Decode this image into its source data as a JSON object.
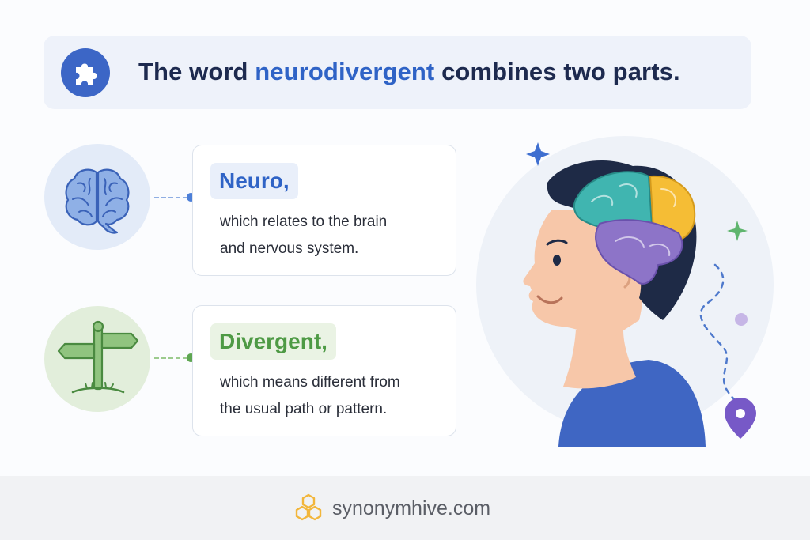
{
  "header": {
    "title_before": "The word",
    "title_highlight": "neurodivergent",
    "title_after": "combines two parts.",
    "icon": "puzzle-piece-icon"
  },
  "parts": [
    {
      "term": "Neuro,",
      "description": "which relates to the brain\nand nervous system.",
      "icon": "brain-icon",
      "color": "#2f63c6"
    },
    {
      "term": "Divergent,",
      "description": "which means different from\nthe usual path or pattern.",
      "icon": "signpost-icon",
      "color": "#4e9a45"
    }
  ],
  "illustration": {
    "subject": "person-head-brain-illustration",
    "decorations": [
      "sparkle-icon",
      "sparkle-icon",
      "location-pin-icon"
    ]
  },
  "footer": {
    "site": "synonymhive.com",
    "logo": "honeycomb-logo-icon"
  },
  "colors": {
    "accent_blue": "#2f63c6",
    "accent_green": "#4e9a45",
    "header_bg": "#eef2fa",
    "logo_yellow": "#f2b63b"
  }
}
